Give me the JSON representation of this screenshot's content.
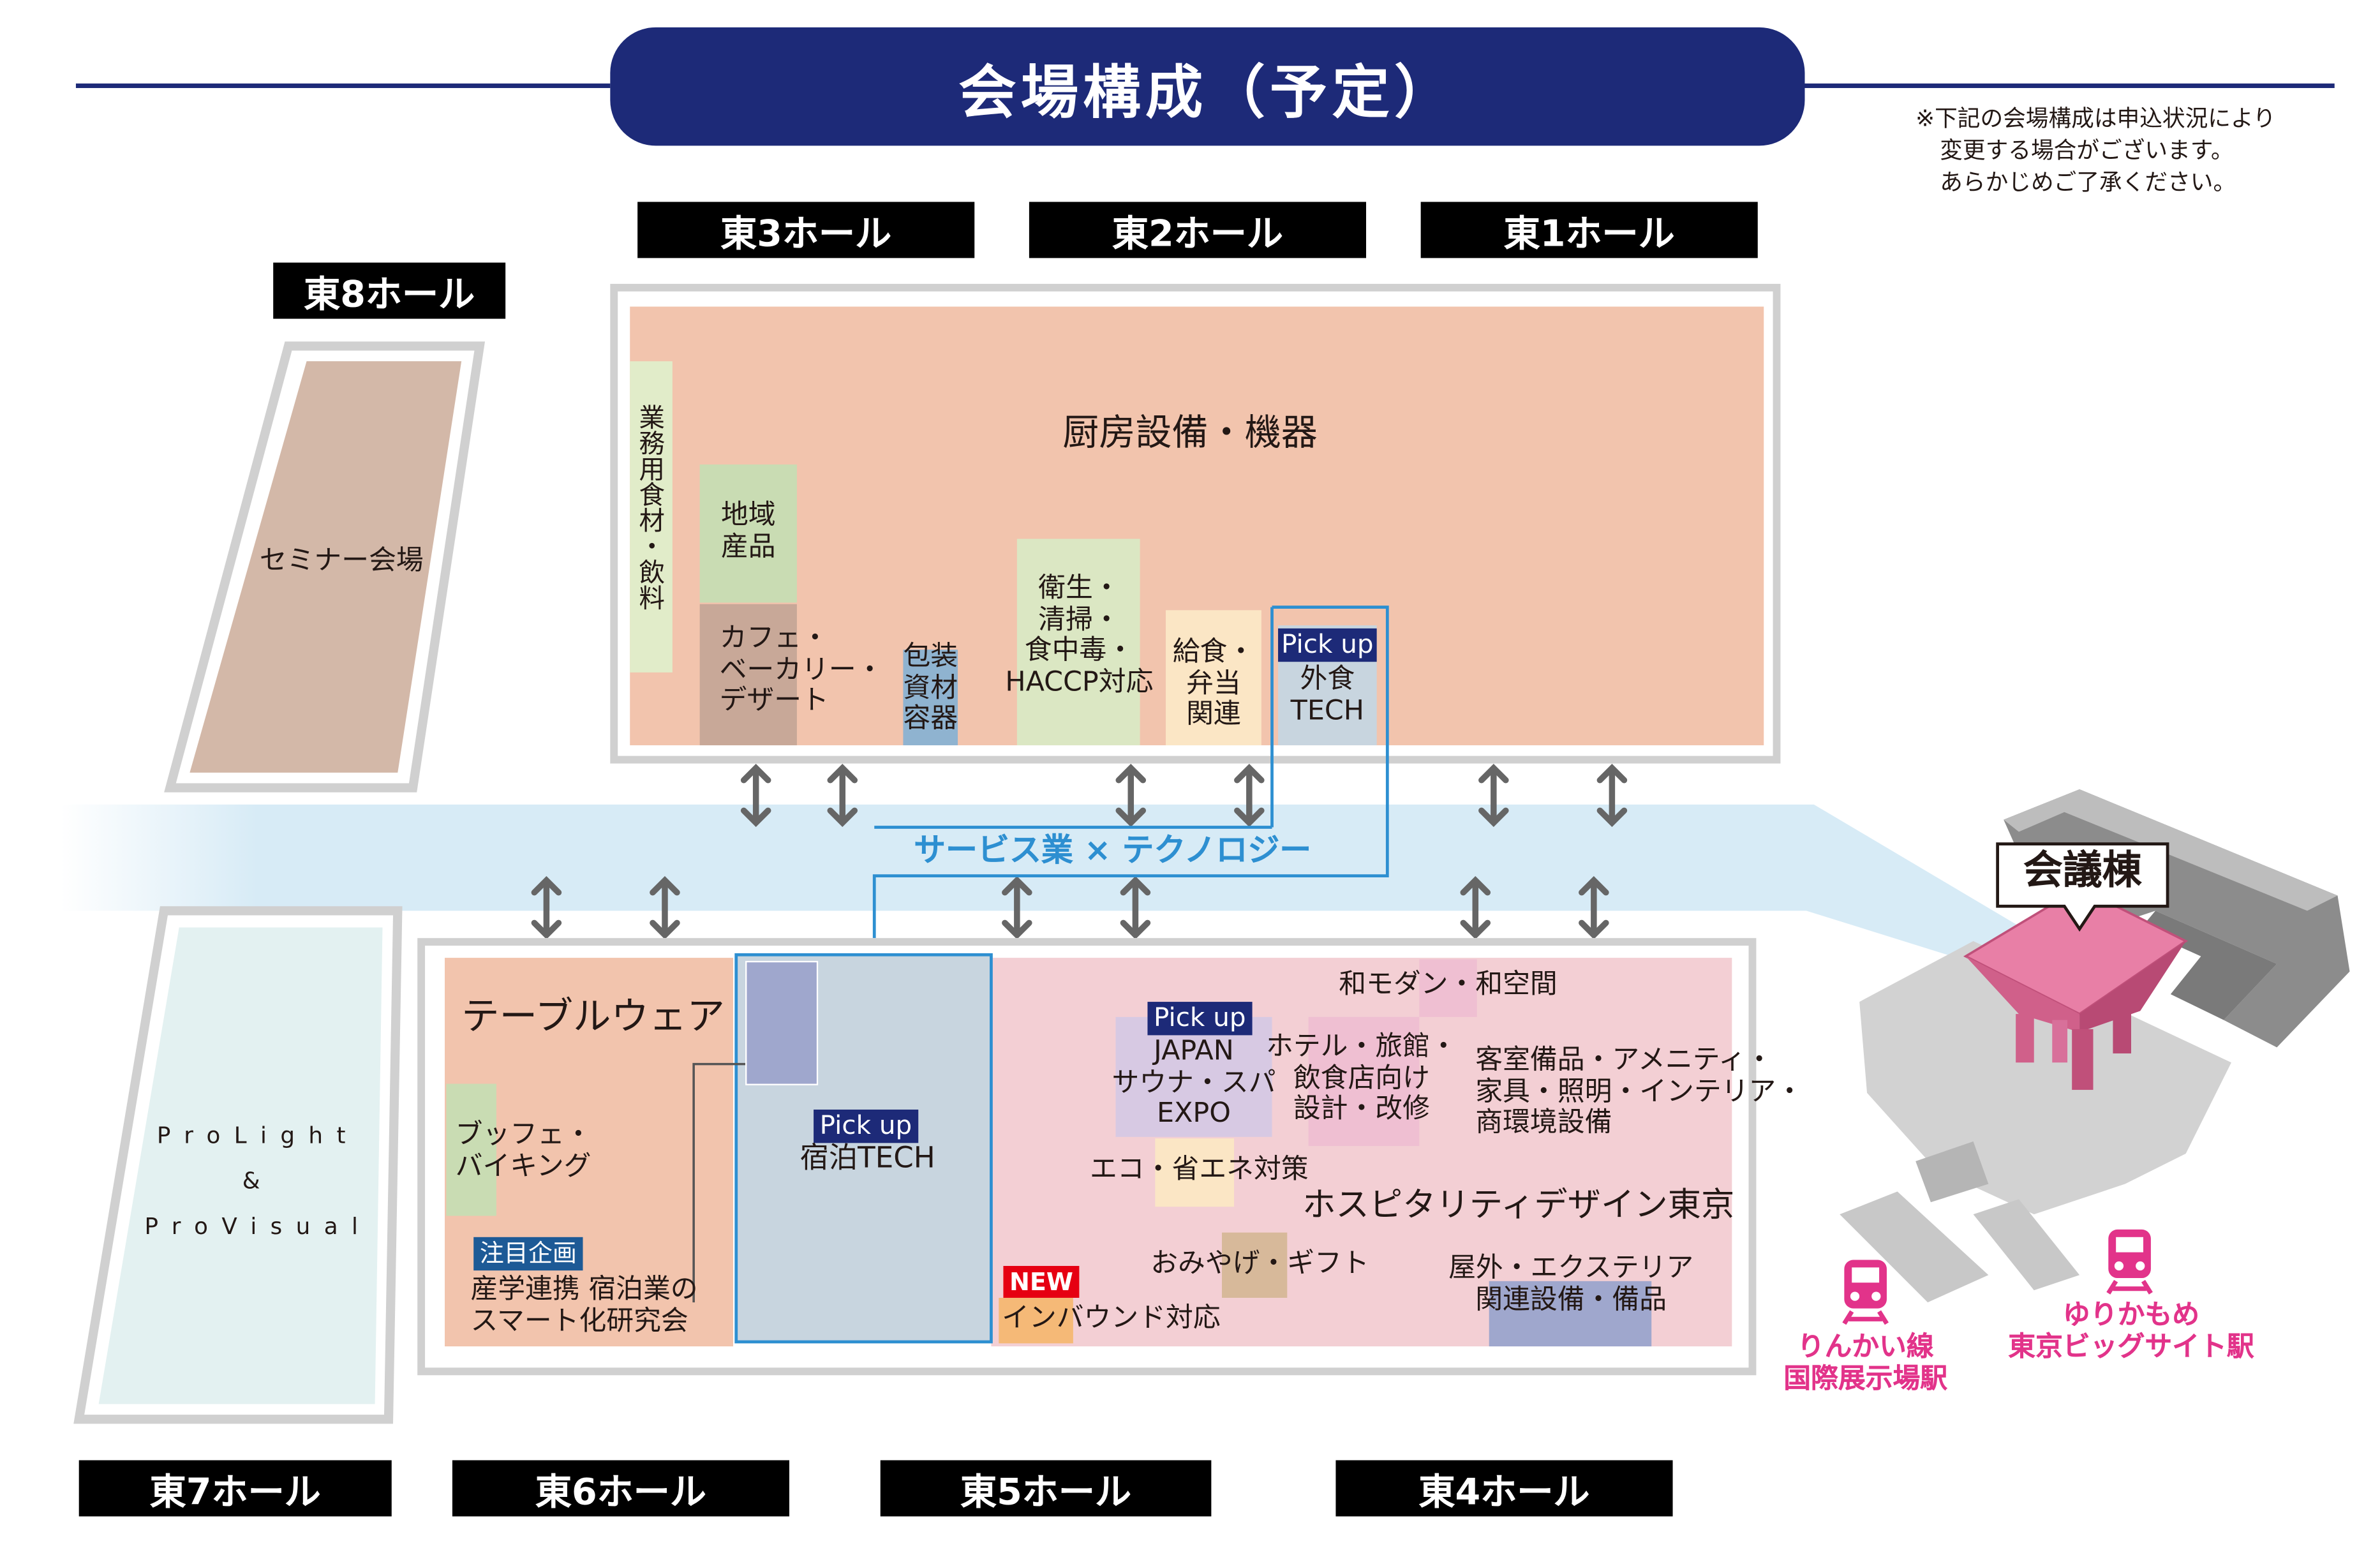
{
  "header": {
    "title": "会場構成（予定）",
    "note": [
      "※下記の会場構成は申込状況により",
      "変更する場合がございます。",
      "あらかじめご了承ください。"
    ]
  },
  "halls": {
    "east1": "東1ホール",
    "east2": "東2ホール",
    "east3": "東3ホール",
    "east4": "東4ホール",
    "east5": "東5ホール",
    "east6": "東6ホール",
    "east7": "東7ホール",
    "east8": "東8ホール"
  },
  "seminar": "セミナー会場",
  "prolight": [
    "ProLight",
    "&",
    "ProVisual"
  ],
  "upper": {
    "main": "厨房設備・機器",
    "food": "業務用食材・飲料",
    "region": [
      "地域",
      "産品"
    ],
    "cafe": [
      "カフェ・",
      "ベーカリー・",
      "デザート"
    ],
    "packaging": [
      "包装",
      "資材",
      "容器"
    ],
    "hygiene": [
      "衛生・",
      "清掃・",
      "食中毒・",
      "HACCP対応"
    ],
    "catering": [
      "給食・",
      "弁当",
      "関連"
    ],
    "pickup_label": "Pick up",
    "foodtech": [
      "外食",
      "TECH"
    ]
  },
  "corridor": "サービス業 × テクノロジー",
  "lower": {
    "tableware": "テーブルウェア",
    "buffet": [
      "ブッフェ・",
      "バイキング"
    ],
    "featured_badge": "注目企画",
    "featured": [
      "産学連携 宿泊業の",
      "スマート化研究会"
    ],
    "pickup_label": "Pick up",
    "lodging": "宿泊TECH",
    "japan_pickup_label": "Pick up",
    "sauna": [
      "JAPAN",
      "サウナ・スパ",
      "EXPO"
    ],
    "wamodern": "和モダン・和空間",
    "hotel": [
      "ホテル・旅館・",
      "飲食店向け",
      "設計・改修"
    ],
    "guestroom": [
      "客室備品・アメニティ・",
      "家具・照明・インテリア・",
      "商環境設備"
    ],
    "eco": "エコ・省エネ対策",
    "hospitality": "ホスピタリティデザイン東京",
    "souvenir": "おみやげ・ギフト",
    "outdoor": [
      "屋外・エクステリア",
      "関連設備・備品"
    ],
    "new_badge": "NEW",
    "inbound": "インバウンド対応"
  },
  "conference": "会議棟",
  "stations": {
    "rinkai": [
      "りんかい線",
      "国際展示場駅"
    ],
    "yurikamome": [
      "ゆりかもめ",
      "東京ビッグサイト駅"
    ]
  },
  "colors": {
    "navy": "#1d2a78",
    "kitchen": "#f2c4ad",
    "hospitality": "#f3cfd4",
    "green": "#c9dcb3",
    "corridor": "#d7ebf6",
    "accent_blue": "#2d8fd1",
    "station_pink": "#e2338a"
  }
}
